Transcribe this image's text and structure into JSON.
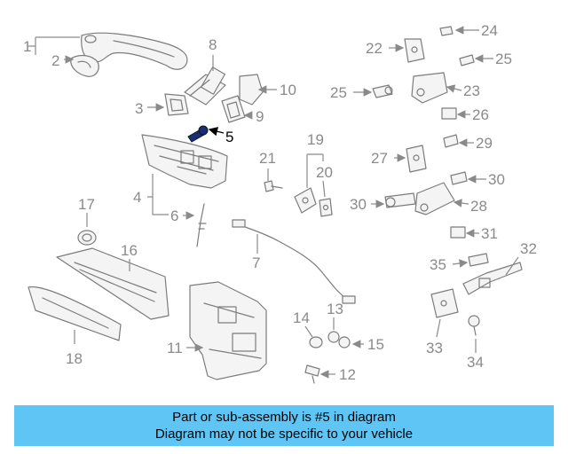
{
  "labels": {
    "p1": "1",
    "p2": "2",
    "p3": "3",
    "p4": "4",
    "p5": "5",
    "p6": "6",
    "p7": "7",
    "p8": "8",
    "p9": "9",
    "p10": "10",
    "p11": "11",
    "p12": "12",
    "p13": "13",
    "p14": "14",
    "p15": "15",
    "p16": "16",
    "p17": "17",
    "p18": "18",
    "p19": "19",
    "p20": "20",
    "p21": "21",
    "p22": "22",
    "p23": "23",
    "p24": "24",
    "p25a": "25",
    "p25b": "25",
    "p26": "26",
    "p27": "27",
    "p28": "28",
    "p29": "29",
    "p30a": "30",
    "p30b": "30",
    "p31": "31",
    "p32": "32",
    "p33": "33",
    "p34": "34",
    "p35": "35"
  },
  "highlight": {
    "part": "5",
    "color": "#1a2e6e"
  },
  "banner": {
    "line1": "Part or sub-assembly is #5 in diagram",
    "line2": "Diagram may not be specific to your vehicle",
    "color": "#5ec5f5"
  }
}
